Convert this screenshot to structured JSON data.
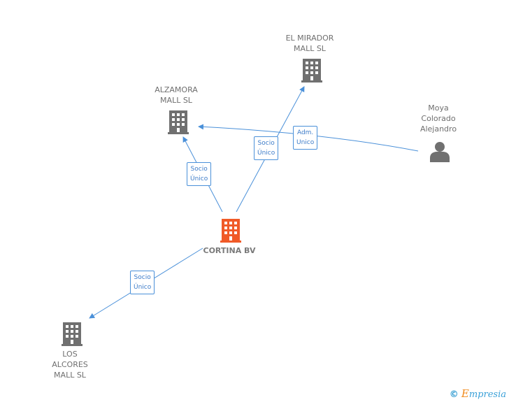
{
  "nodes": {
    "center": {
      "label": "CORTINA BV",
      "color": "#f05a28",
      "icon": "building-icon"
    },
    "el_mirador": {
      "label": "EL MIRADOR\nMALL  SL",
      "color": "#6f6f6f",
      "icon": "building-icon"
    },
    "alzamora": {
      "label": "ALZAMORA\nMALL  SL",
      "color": "#6f6f6f",
      "icon": "building-icon"
    },
    "los_alcores": {
      "label": "LOS\nALCORES\nMALL  SL",
      "color": "#6f6f6f",
      "icon": "building-icon"
    },
    "person": {
      "label": "Moya\nColorado\nAlejandro",
      "color": "#6f6f6f",
      "icon": "person-icon"
    }
  },
  "edges": {
    "to_alzamora": "Socio\nÚnico",
    "to_el_mirador": "Socio\nÚnico",
    "person_to_alzamora": "Adm.\nUnico",
    "to_los_alcores": "Socio\nÚnico"
  },
  "colors": {
    "edge": "#4a90d9"
  },
  "footer": {
    "copyright": "©",
    "brand_e": "E",
    "brand_rest": "mpresia"
  }
}
